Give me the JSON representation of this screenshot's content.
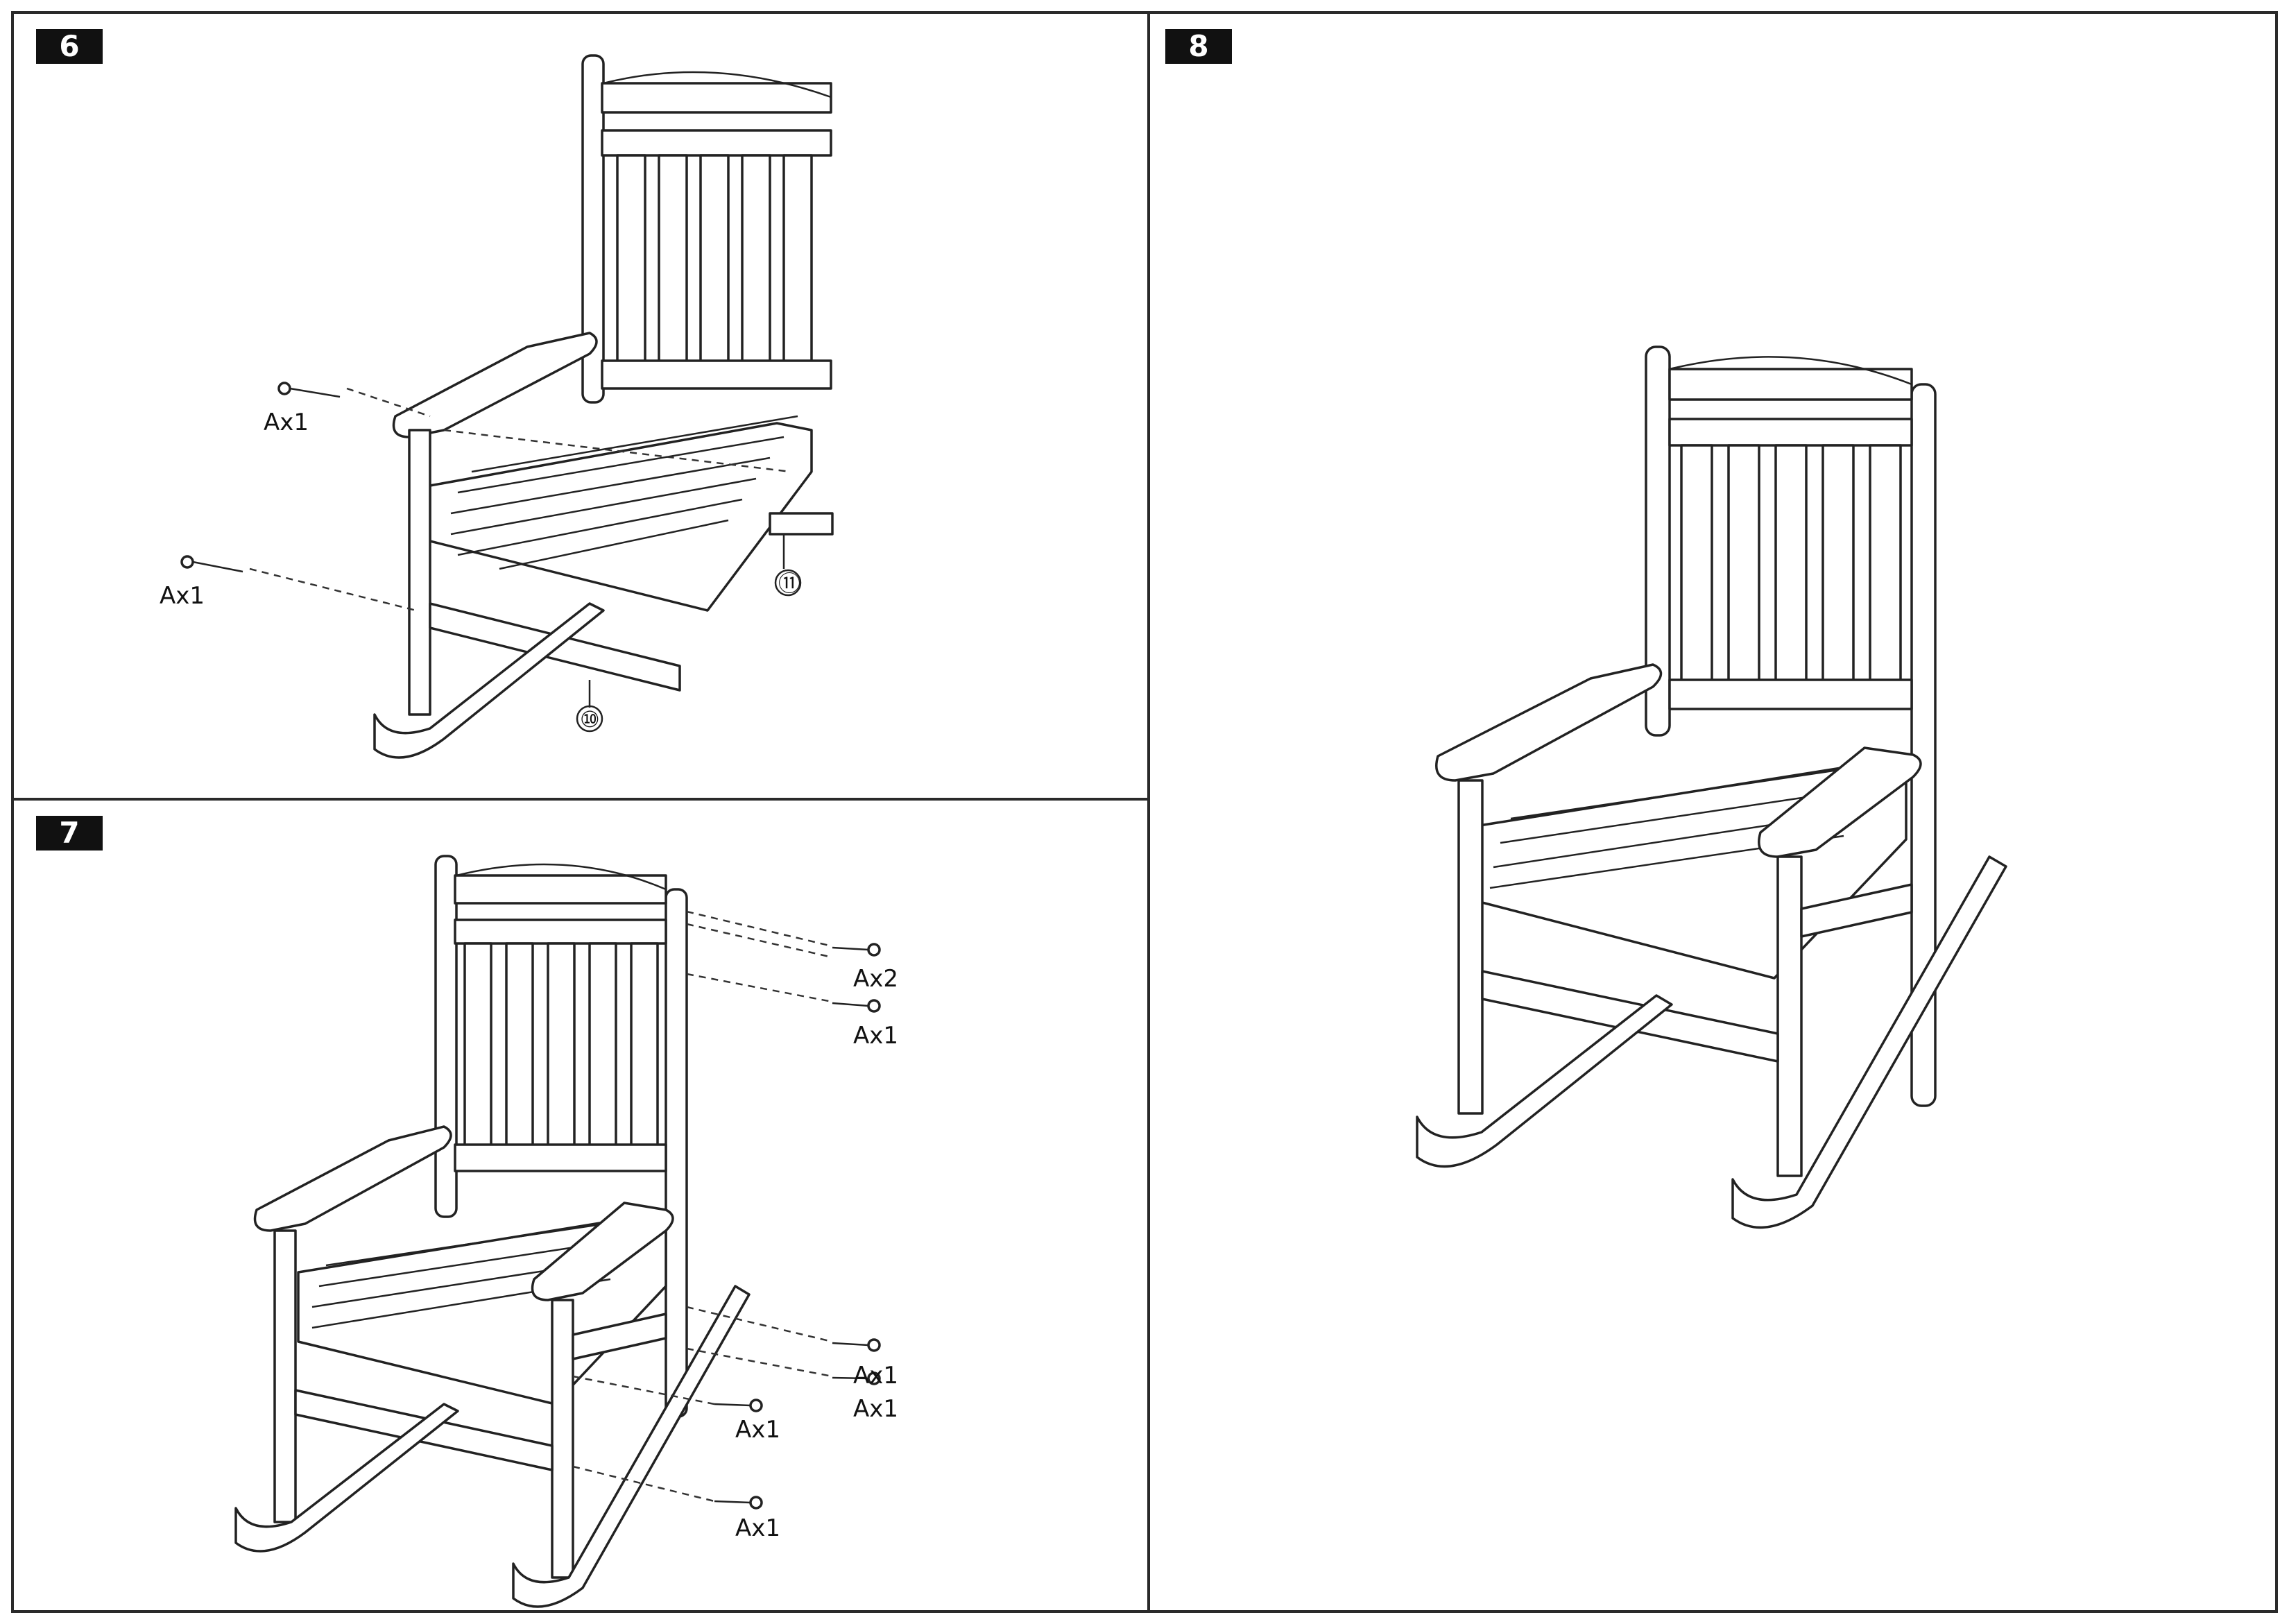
{
  "steps": [
    {
      "number": "6",
      "callouts": [
        {
          "label": "Ax1"
        },
        {
          "label": "Ax1"
        }
      ],
      "parts": [
        {
          "label": "⑪"
        },
        {
          "label": "⑩"
        }
      ]
    },
    {
      "number": "7",
      "callouts": [
        {
          "label": "Ax2"
        },
        {
          "label": "Ax1"
        },
        {
          "label": "Ax1"
        },
        {
          "label": "Ax1"
        },
        {
          "label": "Ax1"
        },
        {
          "label": "Ax1"
        }
      ]
    },
    {
      "number": "8"
    }
  ],
  "icons": {
    "screw": "screw-icon",
    "chair": "rocking-chair-icon"
  }
}
